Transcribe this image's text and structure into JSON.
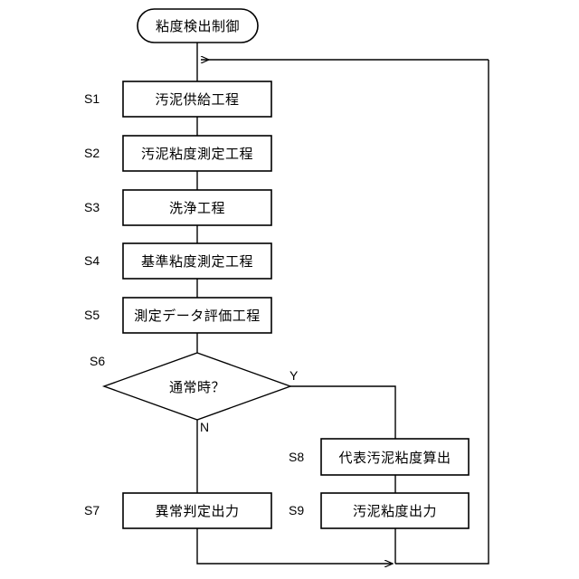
{
  "diagram": {
    "type": "flowchart",
    "title": "粘度検出制御",
    "start_node": {
      "id": "start",
      "label": "粘度検出制御",
      "shape": "stadium"
    },
    "steps": [
      {
        "id": "S1",
        "tag": "S1",
        "label": "汚泥供給工程",
        "shape": "process"
      },
      {
        "id": "S2",
        "tag": "S2",
        "label": "汚泥粘度測定工程",
        "shape": "process"
      },
      {
        "id": "S3",
        "tag": "S3",
        "label": "洗浄工程",
        "shape": "process"
      },
      {
        "id": "S4",
        "tag": "S4",
        "label": "基準粘度測定工程",
        "shape": "process"
      },
      {
        "id": "S5",
        "tag": "S5",
        "label": "測定データ評価工程",
        "shape": "process"
      },
      {
        "id": "S6",
        "tag": "S6",
        "label": "通常時？",
        "shape": "decision"
      },
      {
        "id": "S7",
        "tag": "S7",
        "label": "異常判定出力",
        "shape": "process"
      },
      {
        "id": "S8",
        "tag": "S8",
        "label": "代表汚泥粘度算出",
        "shape": "process"
      },
      {
        "id": "S9",
        "tag": "S9",
        "label": "汚泥粘度出力",
        "shape": "process"
      }
    ],
    "branches": {
      "yes": "Y",
      "no": "N"
    },
    "colors": {
      "stroke": "#000000",
      "fill": "#ffffff",
      "background": "#ffffff",
      "text": "#000000"
    }
  }
}
